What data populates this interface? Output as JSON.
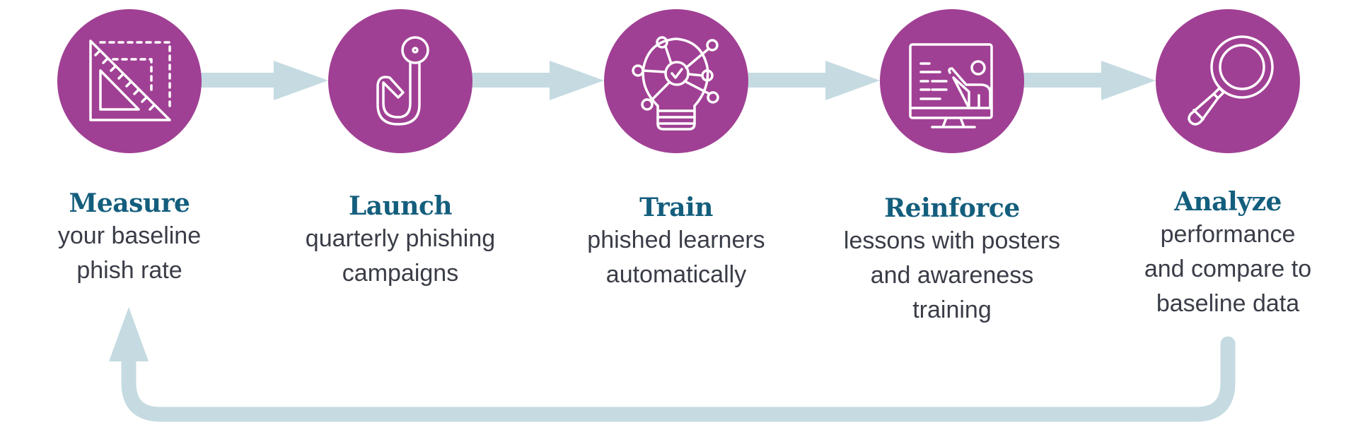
{
  "diagram": {
    "type": "process-cycle",
    "colors": {
      "circle_fill": "#a04094",
      "icon_stroke": "#ffffff",
      "connector": "#c5dbe1",
      "title_text": "#145e7d",
      "body_text": "#3a3d47"
    },
    "steps": [
      {
        "icon": "set-square-ruler-icon",
        "title": "Measure",
        "desc_lines": [
          "your baseline",
          "phish rate"
        ]
      },
      {
        "icon": "fish-hook-icon",
        "title": "Launch",
        "desc_lines": [
          "quarterly phishing",
          "campaigns"
        ]
      },
      {
        "icon": "lightbulb-network-check-icon",
        "title": "Train",
        "desc_lines": [
          "phished learners",
          "automatically"
        ]
      },
      {
        "icon": "monitor-presenter-icon",
        "title": "Reinforce",
        "desc_lines": [
          "lessons with posters",
          "and awareness",
          "training"
        ]
      },
      {
        "icon": "magnifying-glass-icon",
        "title": "Analyze",
        "desc_lines": [
          "performance",
          "and compare to",
          "baseline data"
        ]
      }
    ],
    "connectors": [
      {
        "from": "Measure",
        "to": "Launch"
      },
      {
        "from": "Launch",
        "to": "Train"
      },
      {
        "from": "Train",
        "to": "Reinforce"
      },
      {
        "from": "Reinforce",
        "to": "Analyze"
      },
      {
        "from": "Analyze",
        "to": "Measure",
        "style": "loop-back"
      }
    ]
  }
}
